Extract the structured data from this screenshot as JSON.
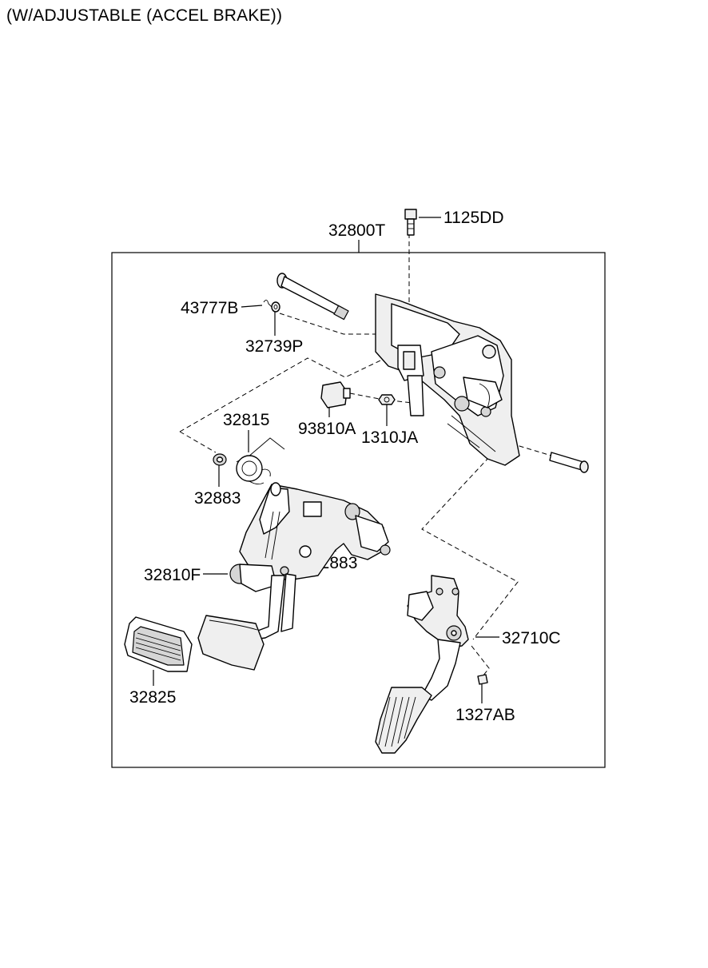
{
  "title": "(W/ADJUSTABLE (ACCEL BRAKE))",
  "parts": {
    "p32800T": "32800T",
    "p1125DD": "1125DD",
    "p43777B": "43777B",
    "p32739P": "32739P",
    "p93810A": "93810A",
    "p1310JA": "1310JA",
    "p32815": "32815",
    "p32883a": "32883",
    "p32883b": "32883",
    "p32810F": "32810F",
    "p32710C": "32710C",
    "p32825": "32825",
    "p1327AB": "1327AB"
  },
  "colors": {
    "line": "#000000",
    "background": "#ffffff"
  }
}
